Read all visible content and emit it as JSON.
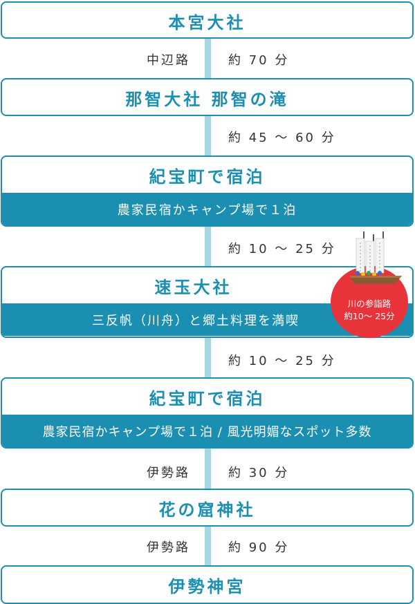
{
  "steps": [
    {
      "title": "本宮大社"
    },
    {
      "title": "那智大社 那智の滝"
    },
    {
      "title": "紀宝町で宿泊",
      "sub": "農家民宿かキャンプ場で１泊"
    },
    {
      "title": "速玉大社",
      "sub": "三反帆（川舟）と郷土料理を満喫"
    },
    {
      "title": "紀宝町で宿泊",
      "sub": "農家民宿かキャンプ場で１泊 / 風光明媚なスポット多数"
    },
    {
      "title": "花の窟神社"
    },
    {
      "title": "伊勢神宮"
    }
  ],
  "connectors": [
    {
      "route": "中辺路",
      "time": "約 70 分"
    },
    {
      "route": "",
      "time": "約 45 〜 60 分"
    },
    {
      "route": "",
      "time": "約 10 〜 25 分"
    },
    {
      "route": "",
      "time": "約 10 〜 25 分"
    },
    {
      "route": "伊勢路",
      "time": "約 30 分"
    },
    {
      "route": "伊勢路",
      "time": "約 90 分"
    }
  ],
  "badge": {
    "line1": "川の参詣路",
    "line2": "約10〜 25分",
    "color": "#e8333a"
  },
  "colors": {
    "accent": "#1a8fb2",
    "line": "#a8d6e2"
  }
}
